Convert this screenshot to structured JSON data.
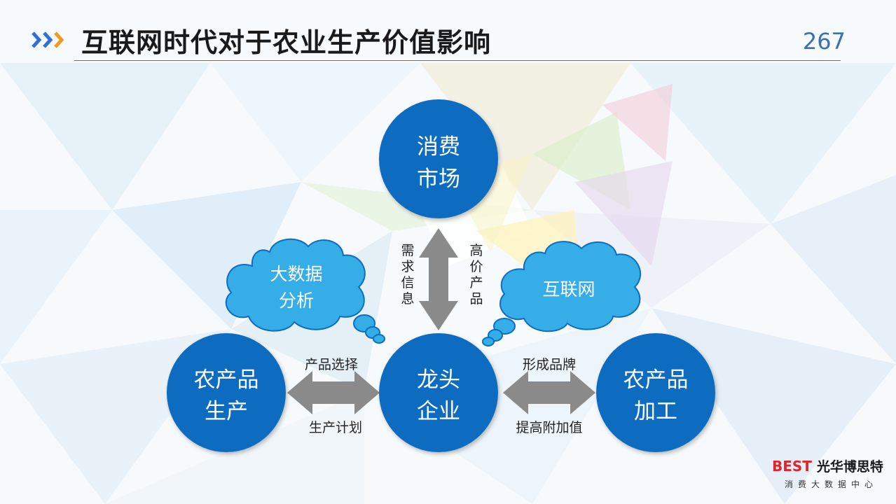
{
  "header": {
    "title": "互联网时代对于农业生产价值影响",
    "page_number": "267"
  },
  "diagram": {
    "nodes": {
      "market": {
        "line1": "消费",
        "line2": "市场"
      },
      "leader": {
        "line1": "龙头",
        "line2": "企业"
      },
      "production": {
        "line1": "农产品",
        "line2": "生产"
      },
      "processing": {
        "line1": "农产品",
        "line2": "加工"
      }
    },
    "clouds": {
      "bigdata": {
        "line1": "大数据",
        "line2": "分析"
      },
      "internet": {
        "label": "互联网"
      }
    },
    "edge_labels": {
      "demand_info": [
        "需",
        "求",
        "信",
        "息"
      ],
      "premium_products": [
        "高",
        "价",
        "产",
        "品"
      ],
      "product_selection": "产品选择",
      "production_plan": "生产计划",
      "branding": "形成品牌",
      "value_added": "提高附加值"
    },
    "colors": {
      "node": "#0f6cc0",
      "cloud": "#35aee8",
      "arrow": "#8a8a8a",
      "chevron_blue": "#2f6fd6",
      "chevron_orange": "#f39a1e"
    }
  },
  "logo": {
    "brand_mark": "BEST",
    "company": "光华博思特",
    "subtitle": "消费大数据中心"
  }
}
